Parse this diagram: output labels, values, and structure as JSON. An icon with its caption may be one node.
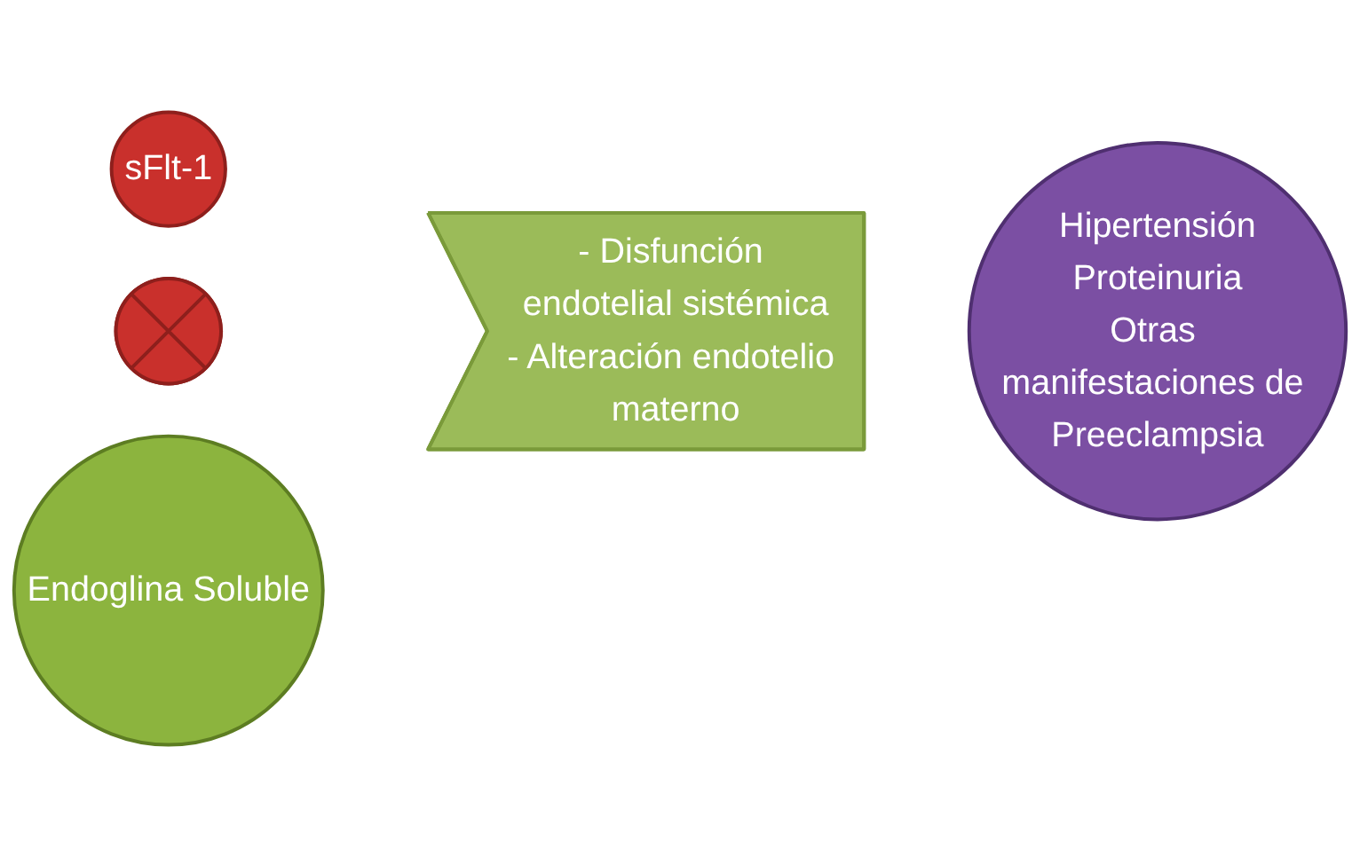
{
  "diagram": {
    "nodes": [
      {
        "text": [
          "sFlt-1"
        ]
      },
      {
        "text": [],
        "shape": "cross"
      },
      {
        "text": [
          "Endoglina Soluble"
        ]
      },
      {
        "text": [
          "- Disfunción endotelial sistémica",
          "- Alteración endotelio materno"
        ]
      },
      {
        "text": [
          "Hipertensión",
          "Proteinuria",
          "Otras manifestaciones de Preeclampsia"
        ]
      }
    ]
  }
}
